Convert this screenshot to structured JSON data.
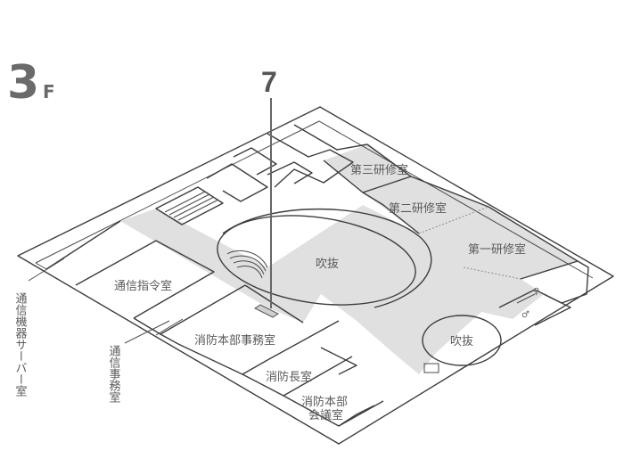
{
  "floor": {
    "number": "3",
    "suffix": "F"
  },
  "marker": {
    "label": "7"
  },
  "rooms": {
    "lab3": "第三研修室",
    "lab2": "第二研修室",
    "lab1": "第一研修室",
    "atrium_big": "吹抜",
    "atrium_small": "吹抜",
    "comm_command": "通信指令室",
    "fire_office": "消防本部事務室",
    "chief_room": "消防長室",
    "meeting_l1": "消防本部",
    "meeting_l2": "会議室"
  },
  "callouts": {
    "server_room": "通信機器サーバー室",
    "comm_office": "通信事務室"
  },
  "colors": {
    "line": "#3d3d3d",
    "shaded": "#e0e0e0",
    "text": "#5a5a5a"
  }
}
